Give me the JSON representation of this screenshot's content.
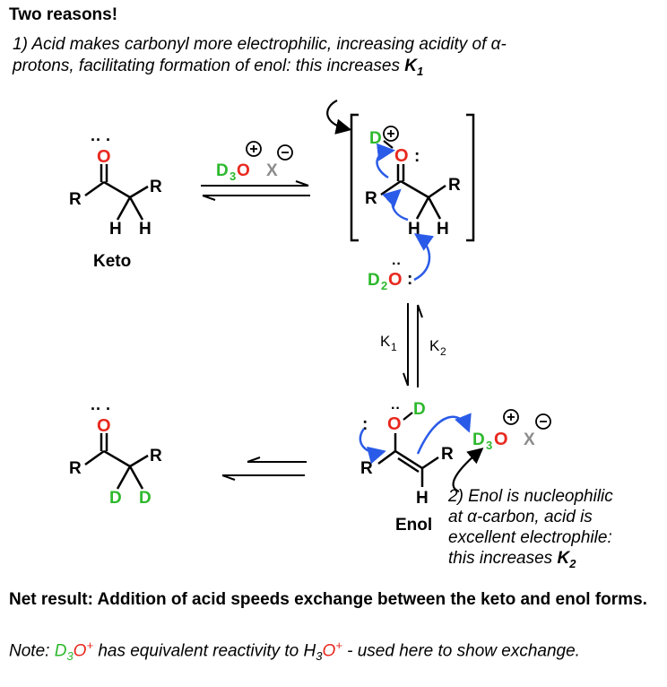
{
  "heading": "Two reasons!",
  "reason1": {
    "text": "1) Acid makes carbonyl more electrophilic, increasing acidity of ",
    "alpha": "α",
    "text2": "-",
    "line2": "protons, facilitating formation of enol: this increases ",
    "k": "K",
    "k_sub": "1"
  },
  "reason2": {
    "line1": "2) Enol is nucleophilic",
    "line2a": "at ",
    "alpha": "α",
    "line2b": "-carbon, acid is",
    "line3": "excellent electrophile:",
    "line4": "this increases ",
    "k": "K",
    "k_sub": "2"
  },
  "net_result": "Net result: Addition of acid speeds exchange between the keto and enol forms.",
  "note": {
    "prefix": "Note: ",
    "d": "D",
    "d_sub": "3",
    "o": "O",
    "plus": "+",
    "mid": " has equivalent reactivity to H",
    "h_sub": "3",
    "o2": "O",
    "plus2": "+",
    "suffix": " - used here to show exchange."
  },
  "labels": {
    "keto": "Keto",
    "enol": "Enol",
    "k1": "K",
    "k1_sub": "1",
    "k2": "K",
    "k2_sub": "2"
  },
  "atoms": {
    "O": "O",
    "R": "R",
    "H": "H",
    "D": "D",
    "X": "X",
    "D3": "D",
    "sub3": "3",
    "sub2": "2",
    "plus": "+",
    "minus": "−",
    "lone_pair": ":"
  },
  "colors": {
    "oxygen": "#e8281e",
    "deuterium": "#2db82d",
    "counterion": "#8c8c8c",
    "arrow": "#2a5be8",
    "text": "#000000"
  }
}
